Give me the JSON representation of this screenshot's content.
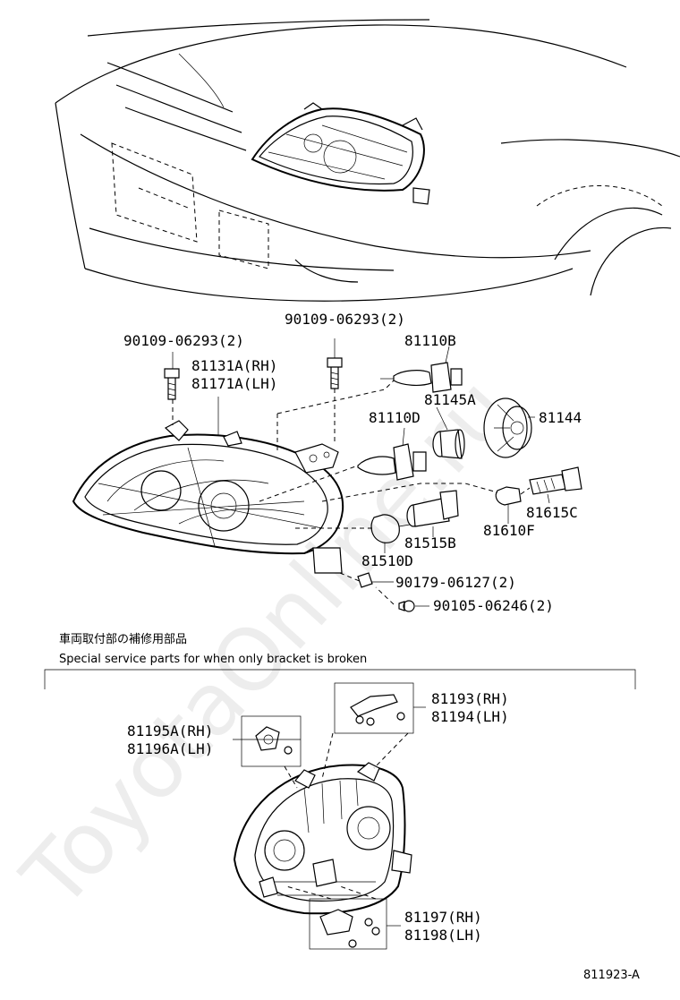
{
  "watermark": "ToyotaOnline.ru",
  "notes": {
    "jp": "車両取付部の補修用部品",
    "en": "Special service parts for when only bracket is broken"
  },
  "labels": {
    "bolt_left": "90109-06293(2)",
    "bolt_top": "90109-06293(2)",
    "unit_rh": "81131A(RH)",
    "unit_lh": "81171A(LH)",
    "bulb_hb": "81110B",
    "socket_a": "81145A",
    "bulb_d": "81110D",
    "cap": "81144",
    "socket_c": "81615C",
    "bulb_f": "81610F",
    "socket_b": "81515B",
    "bulb_510d": "81510D",
    "nut": "90179-06127(2)",
    "screw": "90105-06246(2)",
    "bracket_193": "81193(RH)",
    "bracket_194": "81194(LH)",
    "bracket_195": "81195A(RH)",
    "bracket_196": "81196A(LH)",
    "bracket_197": "81197(RH)",
    "bracket_198": "81198(LH)"
  },
  "diagram_id": "811923-A"
}
